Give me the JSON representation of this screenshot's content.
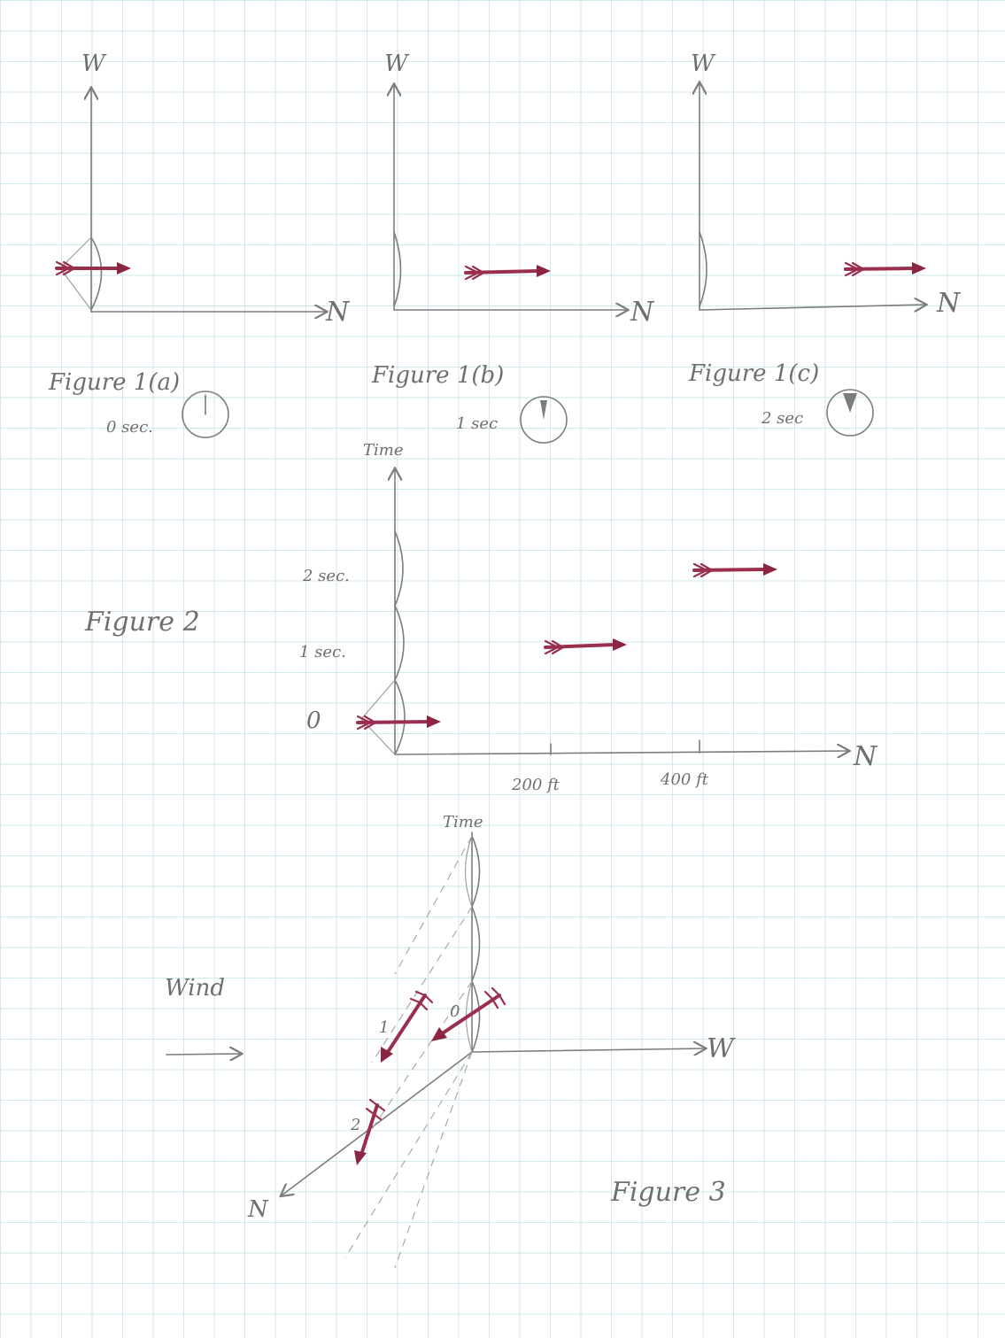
{
  "figure1a": {
    "axis_up": "W",
    "axis_right": "N",
    "caption": "Figure 1(a)",
    "time": "0 sec."
  },
  "figure1b": {
    "axis_up": "W",
    "axis_right": "N",
    "caption": "Figure 1(b)",
    "time": "1 sec"
  },
  "figure1c": {
    "axis_up": "W",
    "axis_right": "N",
    "caption": "Figure 1(c)",
    "time": "2 sec"
  },
  "figure2": {
    "caption": "Figure 2",
    "axis_up": "Time",
    "axis_right": "N",
    "y_ticks": [
      "0",
      "1 sec.",
      "2 sec."
    ],
    "x_ticks": [
      "200 ft",
      "400 ft"
    ]
  },
  "figure3": {
    "caption": "Figure 3",
    "axis_up": "Time",
    "axis_right": "W",
    "axis_diag": "N",
    "wind_label": "Wind",
    "point_labels": [
      "0",
      "1",
      "2"
    ]
  },
  "colors": {
    "arrow": "#9a2f4d",
    "pencil": "#7d7d7d",
    "grid": "#cfe9ee"
  }
}
